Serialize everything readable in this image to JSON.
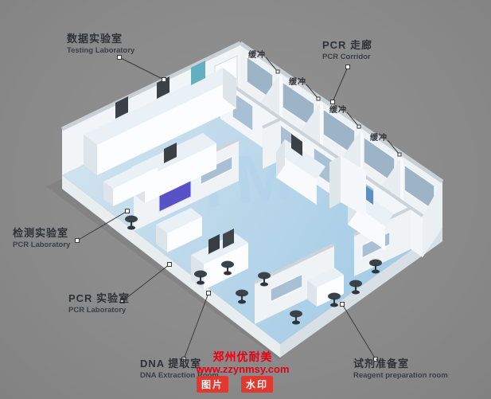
{
  "colors": {
    "background": "#8b8b8b",
    "floor": "#b9d7ea",
    "corridor_floor": "#cfe3f0",
    "wall": "#f2f5f7",
    "window_glass": "#9db4c7",
    "accent_purple": "#5951c6",
    "label_text": "#2e3236",
    "watermark_red": "#e60012"
  },
  "callouts": {
    "testing_lab": {
      "zh": "数据实验室",
      "en": "Testing Laboratory"
    },
    "pcr_corridor": {
      "zh": "PCR 走廊",
      "en": "PCR Corridor"
    },
    "detection_lab": {
      "zh": "检测实验室",
      "en": "PCR Laboratory"
    },
    "pcr_lab": {
      "zh": "PCR 实验室",
      "en": "PCR Laboratory"
    },
    "dna_extraction": {
      "zh": "DNA 提取室",
      "en": "DNA Extraction Room"
    },
    "reagent_prep": {
      "zh": "试剂准备室",
      "en": "Reagent preparation room"
    },
    "buffer": [
      "缓冲",
      "缓冲",
      "缓冲",
      "缓冲"
    ]
  },
  "watermark": {
    "company": "郑州优耐美",
    "url": "www.zzynmsy.com",
    "tag_left": "图片",
    "tag_right": "水印",
    "faint": "YM"
  }
}
